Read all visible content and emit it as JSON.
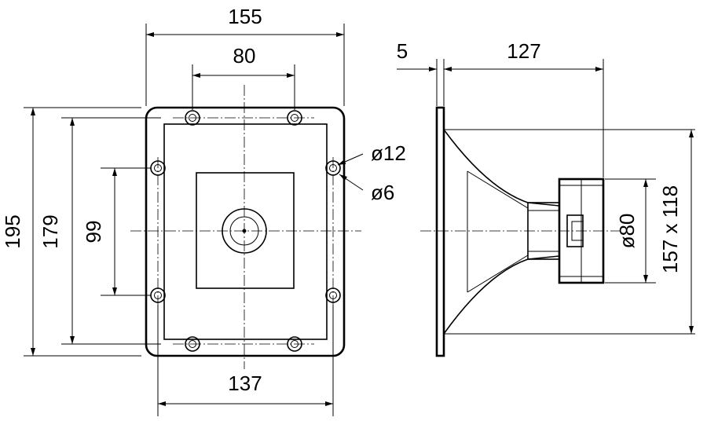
{
  "dimensions": {
    "front_overall_width": "155",
    "front_hole_spacing_top": "80",
    "front_overall_height": "195",
    "front_inner_height": "179",
    "front_hole_spacing_side": "99",
    "front_bottom_width": "137",
    "flange_thickness": "5",
    "side_depth": "127",
    "hole_outer_dia": "ø12",
    "hole_inner_dia": "ø6",
    "driver_dia": "ø80",
    "mouth_size": "157 x 118"
  }
}
